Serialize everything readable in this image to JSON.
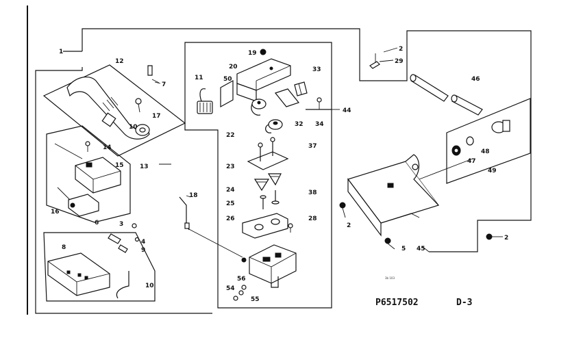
{
  "diagram": {
    "footer": {
      "part_number": "P6517502",
      "page_code": "D-3",
      "small_mark": "3b 103"
    },
    "labels": {
      "l1": "1",
      "l12": "12",
      "l7": "7",
      "l17": "17",
      "l10a": "10",
      "l14": "14",
      "l15": "15",
      "l13": "13",
      "l16": "16",
      "l6": "6",
      "l3": "3",
      "l4": "4",
      "l9": "9",
      "l8": "8",
      "l10b": "10",
      "l18": "18",
      "l11": "11",
      "l50": "50",
      "l19": "19",
      "l20": "20",
      "l33": "33",
      "l34": "34",
      "l32": "32",
      "l22": "22",
      "l37": "37",
      "l23": "23",
      "l24": "24",
      "l38": "38",
      "l25": "25",
      "l26": "26",
      "l28": "28",
      "l56": "56",
      "l54": "54",
      "l55": "55",
      "l44": "44",
      "l2a": "2",
      "l29": "29",
      "l46": "46",
      "l48": "48",
      "l47": "47",
      "l49": "49",
      "l2b": "2",
      "l5": "5",
      "l45": "45",
      "l2c": "2"
    }
  }
}
